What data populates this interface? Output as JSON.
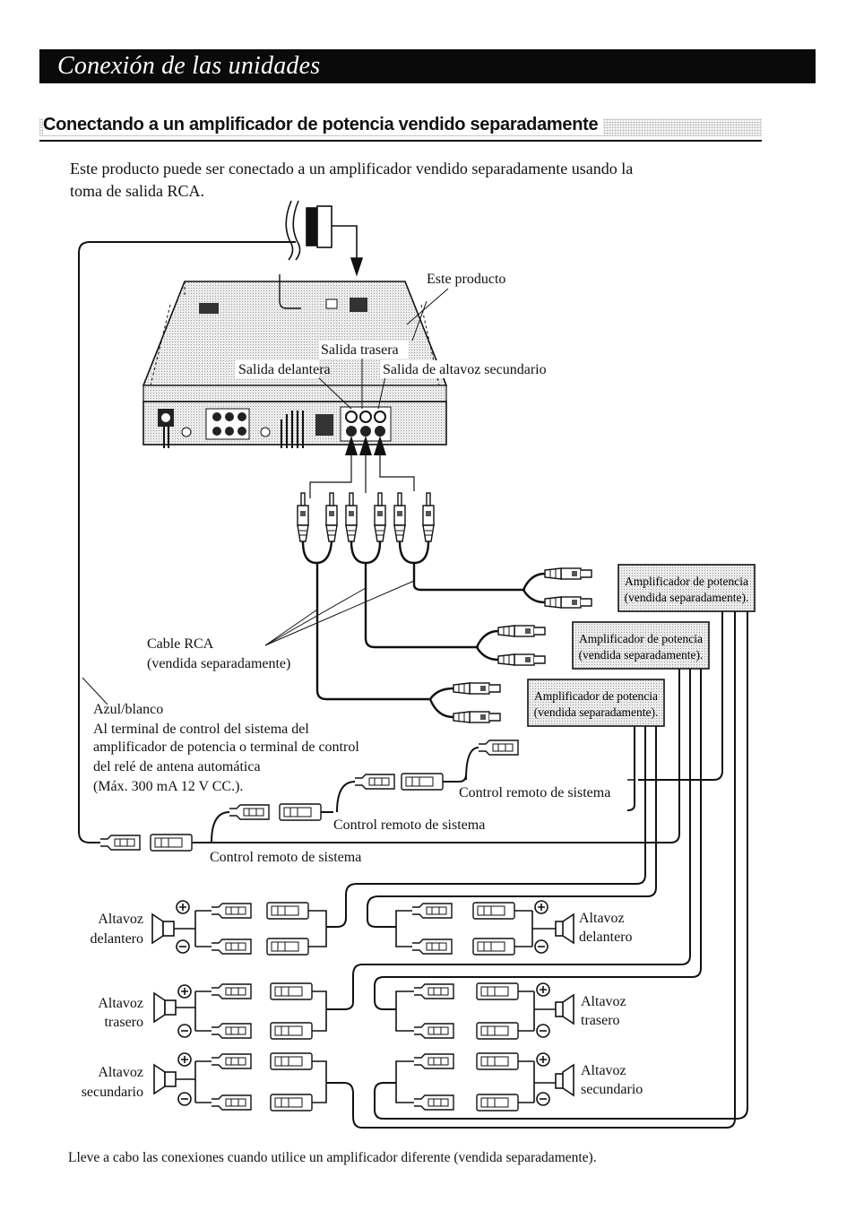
{
  "page": {
    "title": "Conexión de las unidades",
    "section_heading": "Conectando a un amplificador de potencia vendido separadamente",
    "intro_line1": "Este producto puede ser conectado a un amplificador vendido separadamente usando la",
    "intro_line2": "toma de salida RCA.",
    "footer_note": "Lleve a cabo las conexiones cuando utilice un amplificador diferente (vendida separadamente)."
  },
  "diagram": {
    "unit_label": "Este producto",
    "rear_output": "Salida trasera",
    "front_output": "Salida delantera",
    "sub_output": "Salida de altavoz secundario",
    "amplifier_line1": "Amplificador de potencia",
    "amplifier_line2": "(vendida separadamente).",
    "rca_cable_line1": "Cable RCA",
    "rca_cable_line2": "(vendida separadamente)",
    "blue_white_lines": [
      "Azul/blanco",
      "Al terminal de control del sistema del",
      "amplificador de potencia o terminal de control",
      "del relé de antena automática",
      "(Máx. 300 mA 12 V CC.)."
    ],
    "system_remote": "Control remoto de sistema",
    "speakers": {
      "speaker_word": "Altavoz",
      "front": "delantero",
      "rear": "trasero",
      "sub": "secundario"
    }
  }
}
